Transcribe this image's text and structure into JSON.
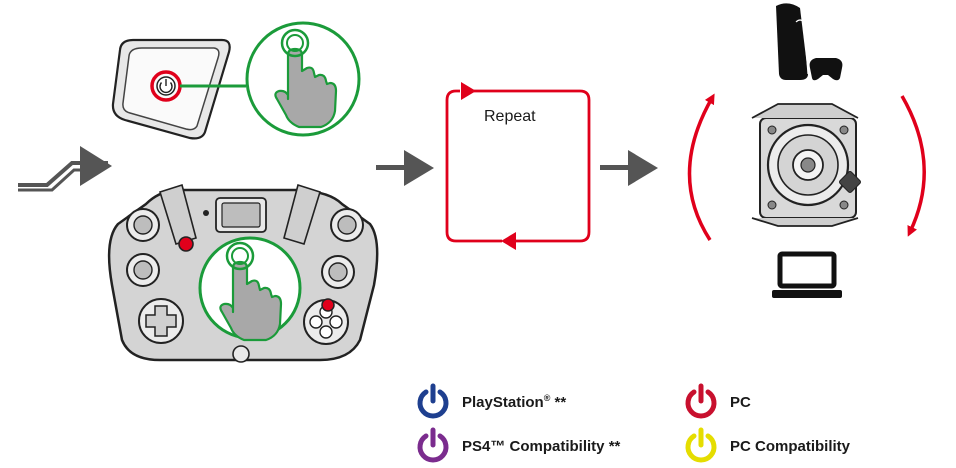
{
  "loop": {
    "label": "Repeat"
  },
  "legend": {
    "playstation": {
      "prefix": "PlayStation",
      "sup": "®",
      "suffix": " **",
      "color": "#1e3f8f",
      "icon": "power-icon"
    },
    "ps4": {
      "label": "PS4™ Compatibility **",
      "color": "#7b2c8e",
      "icon": "power-icon"
    },
    "pc": {
      "label": "PC",
      "color": "#c8102e",
      "icon": "power-icon"
    },
    "pc_compat": {
      "label": "PC Compatibility",
      "color": "#e5dd00",
      "icon": "power-icon"
    }
  },
  "colors": {
    "accent_red": "#e0001b",
    "press_green": "#1b9b3a",
    "finger_fill": "#a8a8a8",
    "arrow_gray": "#555555"
  }
}
